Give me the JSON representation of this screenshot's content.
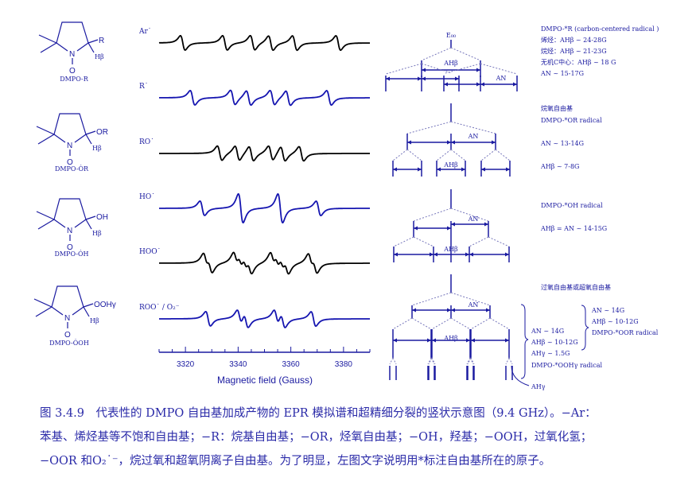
{
  "structures": [
    {
      "substituent": "R",
      "h_label": "Hβ",
      "n": "N",
      "o": "O",
      "name": "DMPO-R"
    },
    {
      "substituent": "OR",
      "h_label": "Hβ",
      "n": "N",
      "o": "O",
      "name": "DMPO-ȮR"
    },
    {
      "substituent": "OH",
      "h_label": "Hβ",
      "n": "N",
      "o": "O",
      "name": "DMPO-ȮH"
    },
    {
      "substituent": "OOHγ",
      "h_label": "Hβ",
      "n": "N",
      "o": "O",
      "name": "DMPO-ȮOH"
    }
  ],
  "chart_data": {
    "type": "line",
    "xlabel": "Magnetic field (Gauss)",
    "xlim": [
      3310,
      3390
    ],
    "xticks": [
      3320,
      3340,
      3360,
      3380
    ],
    "series": [
      {
        "name": "Ar˙",
        "color": "#000000",
        "lines": [
          3319,
          3335,
          3345.5,
          3352.4,
          3361.5,
          3378
        ],
        "intensities": [
          1,
          1,
          1,
          1,
          1,
          1
        ]
      },
      {
        "name": "R˙",
        "color": "#1515b0",
        "lines": [
          3322.7,
          3338,
          3344,
          3353,
          3359,
          3374.5
        ],
        "intensities": [
          1,
          1,
          1,
          1,
          1,
          1
        ]
      },
      {
        "name": "RO˙",
        "color": "#000000",
        "lines": [
          3333,
          3339.7,
          3345,
          3352.4,
          3357,
          3364
        ],
        "intensities": [
          1,
          1,
          1,
          1,
          1,
          1
        ]
      },
      {
        "name": "HO˙",
        "color": "#1515b0",
        "lines": [
          3326.4,
          3341,
          3356,
          3370.5
        ],
        "intensities": [
          1,
          2,
          2,
          1
        ]
      },
      {
        "name": "HOO˙",
        "color": "#000000",
        "lines": [
          3327.6,
          3329.4,
          3339,
          3340.8,
          3342.6,
          3344.4,
          3353,
          3354.8,
          3356.6,
          3358.4,
          3367.4,
          3369.2
        ],
        "intensities": [
          1,
          1,
          1,
          1,
          1,
          1,
          1,
          1,
          1,
          1,
          1,
          1
        ]
      },
      {
        "name": "ROO˙ / O₂⁻",
        "color": "#1515b0",
        "lines": [
          3328.6,
          3340.5,
          3343,
          3354.5,
          3357,
          3368.6
        ],
        "intensities": [
          1,
          1,
          1,
          1,
          1,
          1
        ]
      }
    ]
  },
  "trees": {
    "e0": "E₀₀",
    "a_hb": "AHβ",
    "a_n": "AN",
    "a_hy": "AHγ"
  },
  "annotations": {
    "r": [
      "DMPO-*R (carbon-centered radical )",
      "烯烃：AHβ ~ 24-28G",
      "烷烃：AHβ ~ 21-23G",
      "无机C中心：AHβ ~ 18 G",
      "AN ~ 15-17G"
    ],
    "or": [
      "烷氧自由基",
      "DMPO-*OR radical",
      "AN ~ 13-14G",
      "AHβ ~ 7-8G"
    ],
    "oh": [
      "DMPO-*OH radical",
      "AHβ = AN ~ 14-15G"
    ],
    "ooh": [
      "过氧自由基或超氧自由基",
      "AN ~ 14G",
      "AHβ ~ 10-12G",
      "DMPO-*OOR radical",
      "AN ~ 14G",
      "AHβ ~ 10-12G",
      "AHγ ~ 1.5G",
      "DMPO-*OOHγ radical"
    ]
  },
  "caption": [
    "图 3.4.9　代表性的 DMPO 自由基加成产物的 EPR 模拟谱和超精细分裂的竖状示意图（9.4 GHz）。−Ar：",
    "苯基、烯烃基等不饱和自由基；−R：烷基自由基；−OR，烃氧自由基；−OH，羟基；−OOH，过氧化氢；",
    "−OOR 和O₂˙⁻，烷过氧和超氧阴离子自由基。为了明显，左图文字说明用*标注自由基所在的原子。"
  ]
}
